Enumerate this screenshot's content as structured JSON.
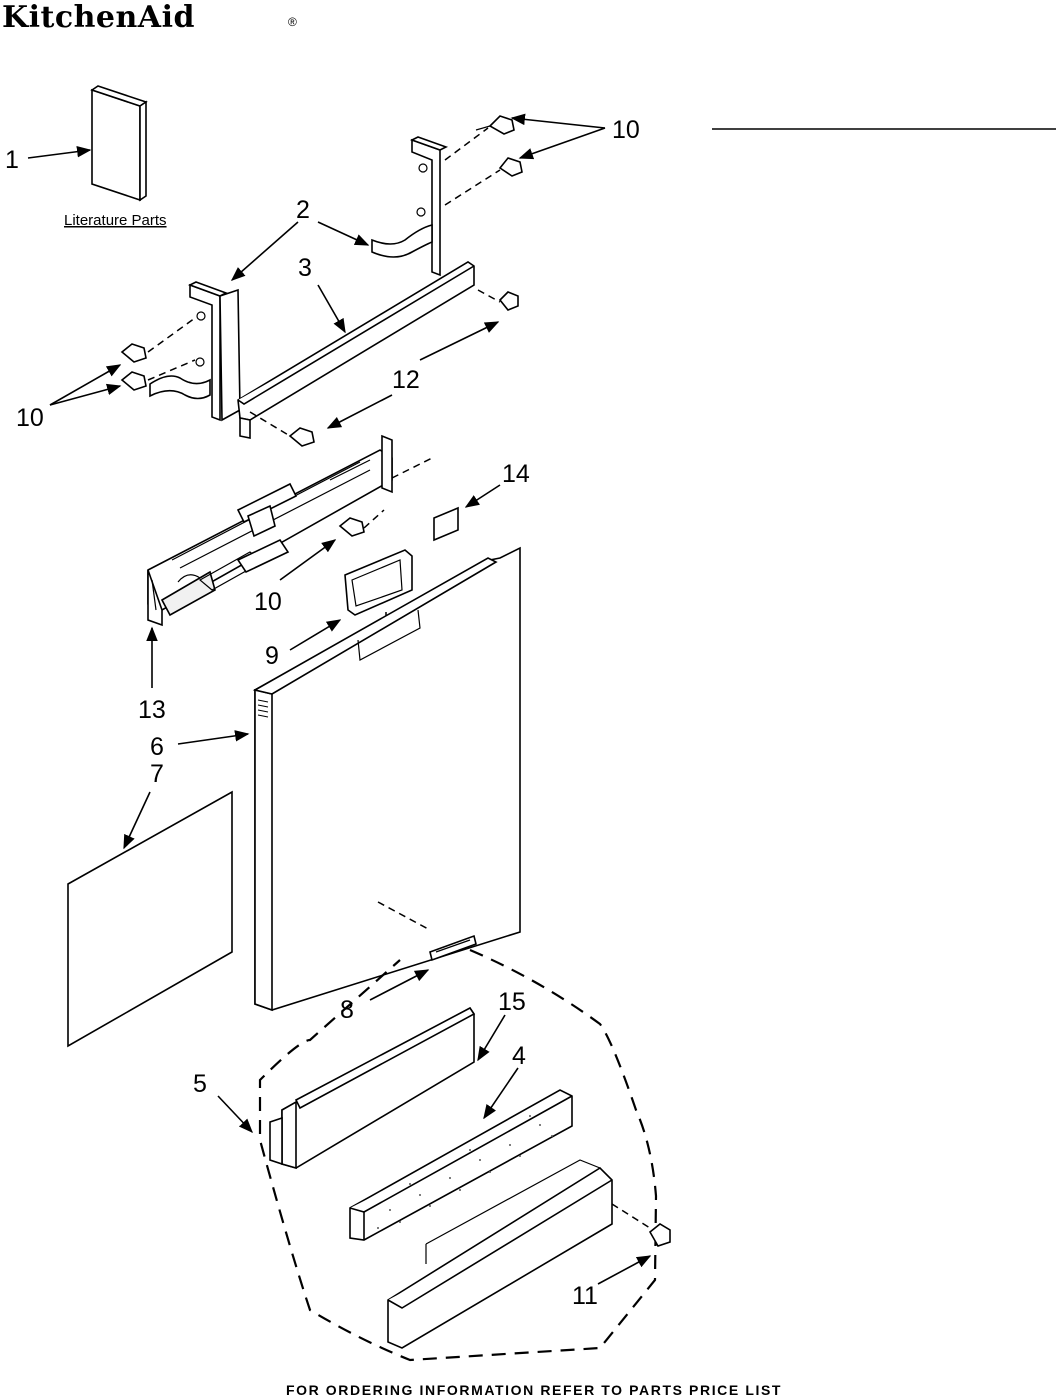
{
  "brand": {
    "name": "KitchenAid",
    "registered_mark": "®"
  },
  "literature_label": "Literature Parts",
  "callouts": {
    "c1": "1",
    "c2": "2",
    "c3": "3",
    "c4": "4",
    "c5": "5",
    "c6": "6",
    "c7": "7",
    "c8": "8",
    "c9": "9",
    "c10": "10",
    "c11": "11",
    "c12": "12",
    "c13": "13",
    "c14": "14",
    "c15": "15"
  },
  "footer": "FOR ORDERING INFORMATION REFER TO PARTS PRICE LIST",
  "colors": {
    "ink": "#000000",
    "paper": "#ffffff"
  }
}
